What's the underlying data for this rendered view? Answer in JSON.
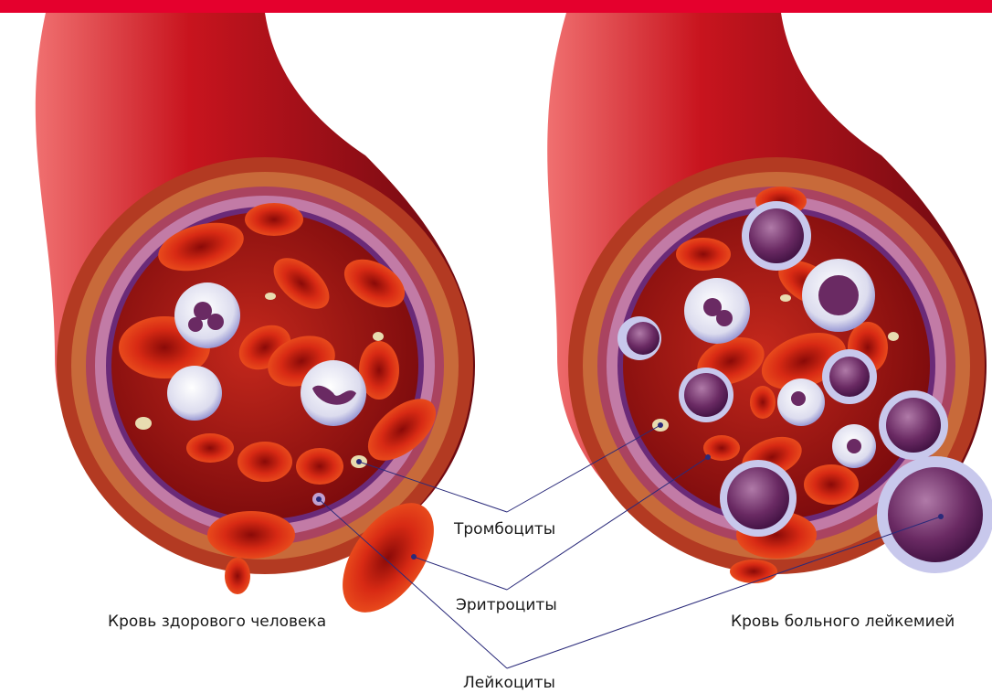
{
  "labels": {
    "healthy": "Кровь здорового человека",
    "leukemia": "Кровь больного лейкемией",
    "platelets": "Тромбоциты",
    "erythrocytes": "Эритроциты",
    "leukocytes": "Лейкоциты"
  },
  "colors": {
    "accent_bar": "#e5002d",
    "vessel": "#b8141e",
    "blood_red": "#c91a14",
    "leukocyte": "#6a2a63",
    "leader_line": "#2a2a7a"
  }
}
